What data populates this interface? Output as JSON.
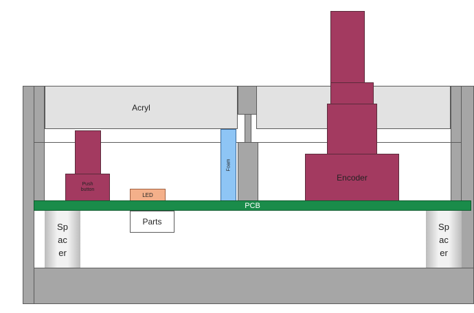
{
  "labels": {
    "acryl": "Acryl",
    "foam": "Foam",
    "encoder": "Encoder",
    "push_button": "Push\nbutton",
    "led": "LED",
    "pcb": "PCB",
    "parts": "Parts",
    "spacer_left": "Sp\nac\ner",
    "spacer_right": "Sp\nac\ner"
  },
  "colors": {
    "pcb": "#1a8c4a",
    "maroon": "#a33a60",
    "foam": "#8ec5f5",
    "led": "#f4b08a",
    "acryl": "#e2e2e2",
    "frame": "#a6a6a6"
  }
}
